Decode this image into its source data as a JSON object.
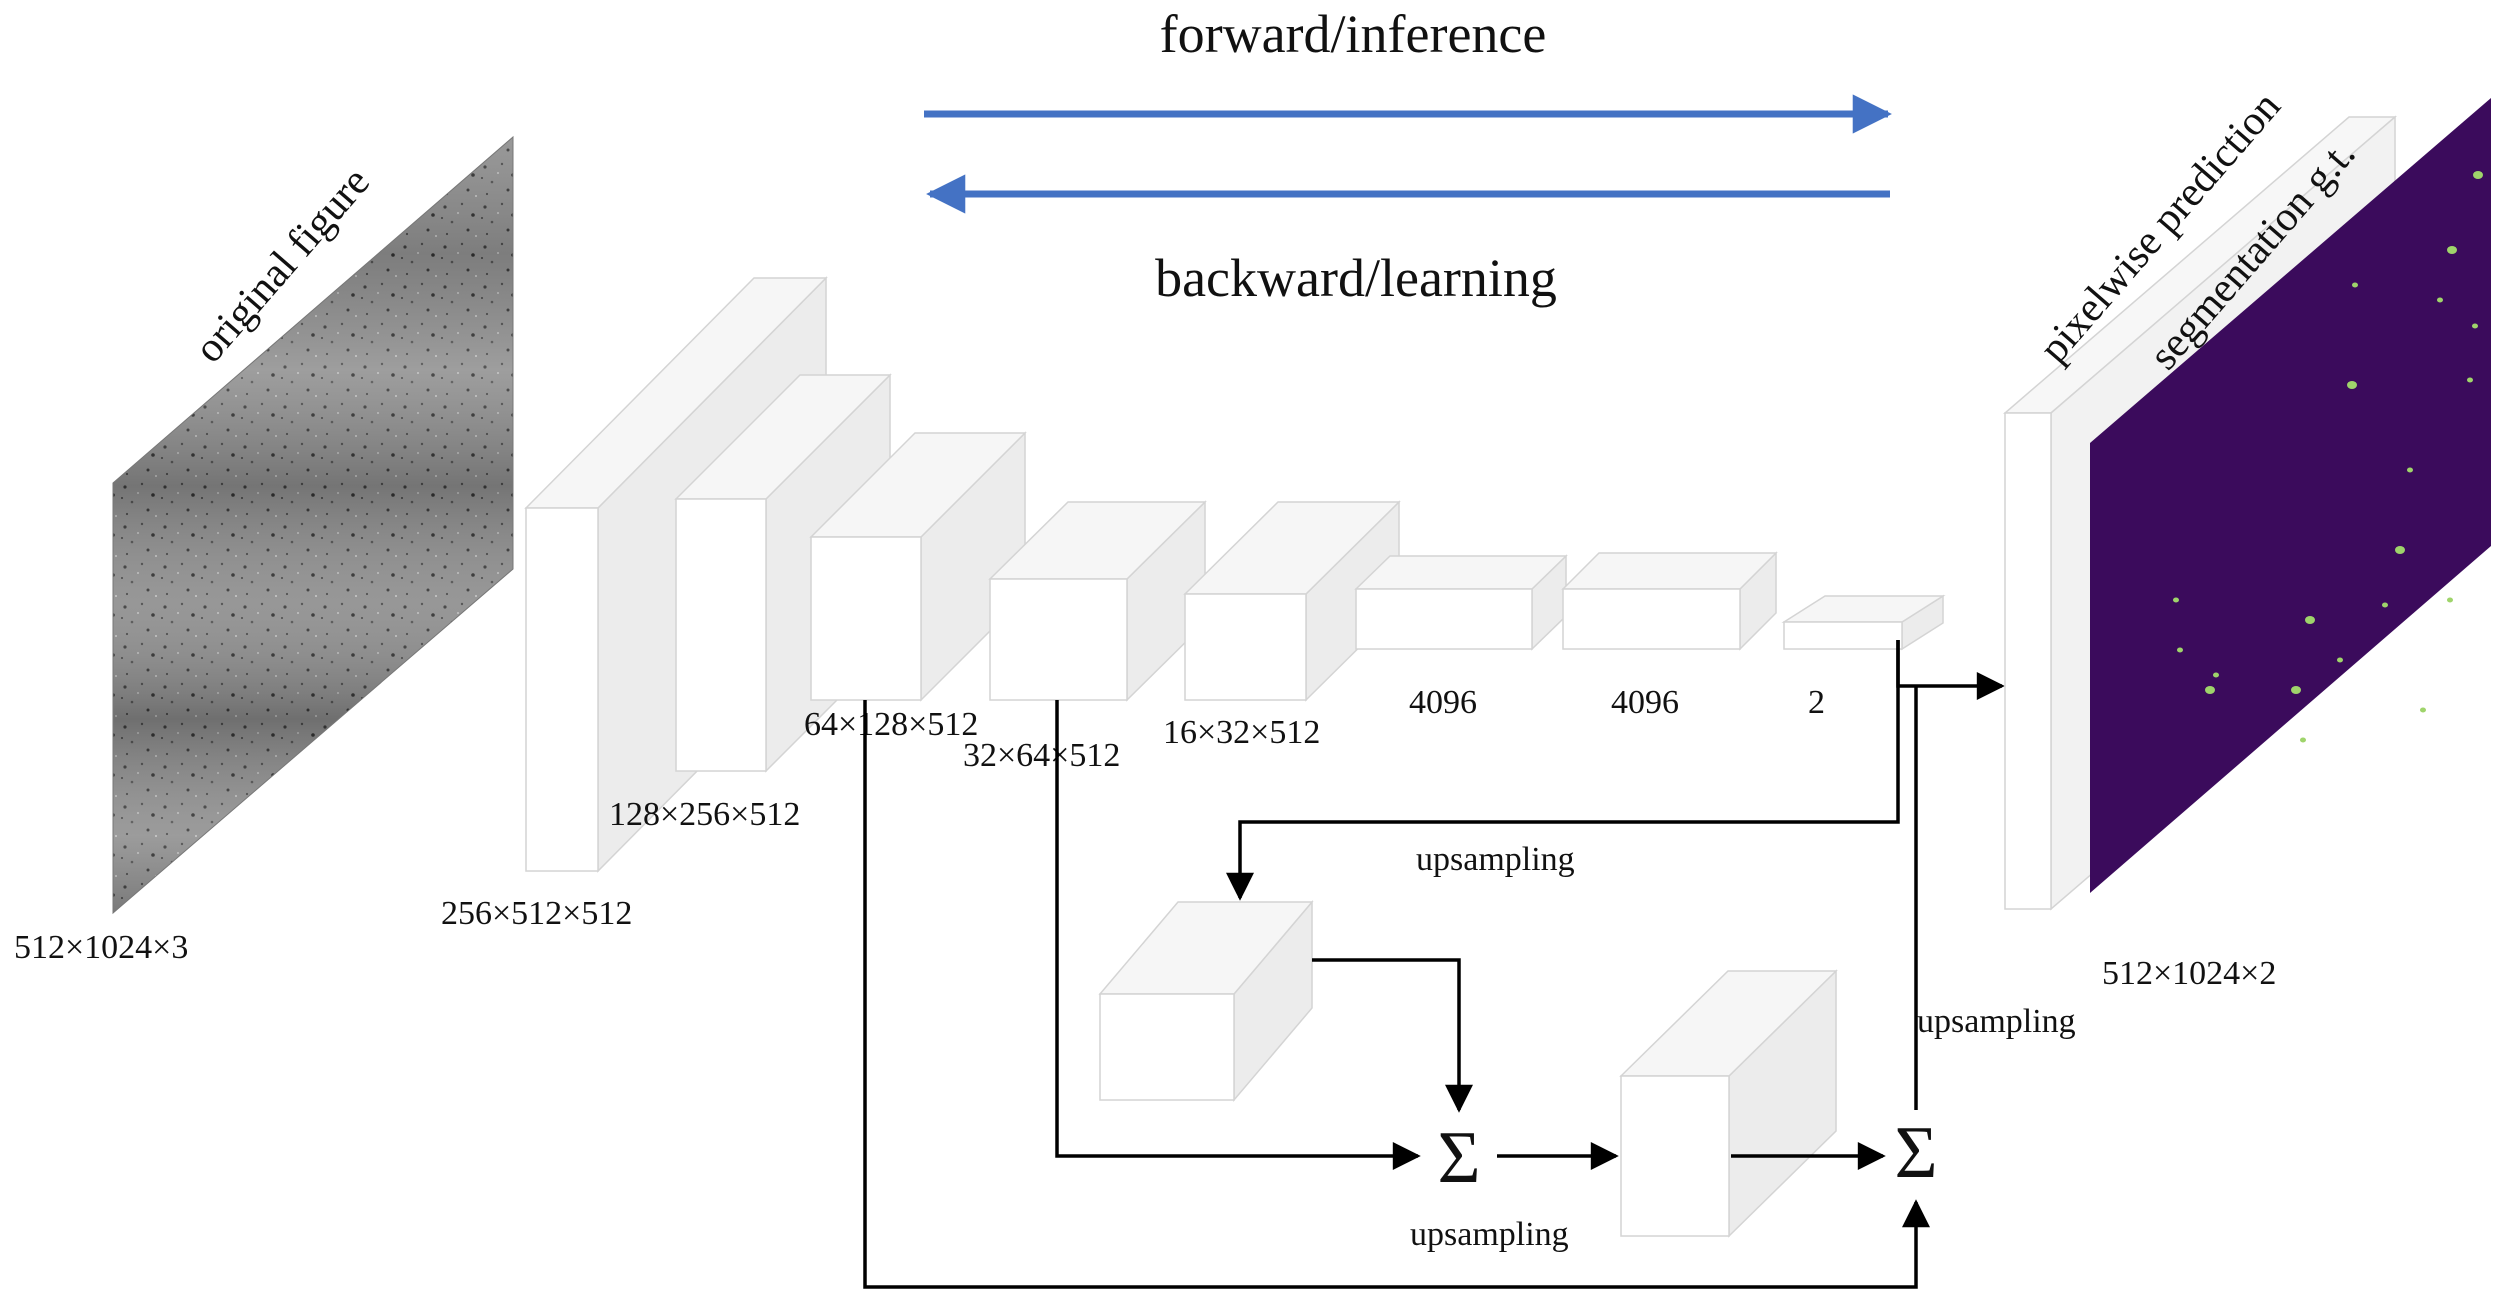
{
  "colors": {
    "forward_arrow": "#4472C4",
    "backward_arrow": "#4472C4",
    "connector": "#000000",
    "block_front": "#ffffff",
    "block_side": "#ececec",
    "block_top": "#f6f6f6",
    "block_edge": "#d4d4d4",
    "segmentation_bg": "#3b0b5c",
    "segmentation_spot": "#9fd46b",
    "photo_base": "#8f8f8f"
  },
  "direction": {
    "forward": "forward/inference",
    "backward": "backward/learning"
  },
  "input": {
    "caption": "original figure",
    "dims": "512×1024×3"
  },
  "encoder": [
    {
      "dims": "256×512×512"
    },
    {
      "dims": "128×256×512"
    },
    {
      "dims": "64×128×512"
    },
    {
      "dims": "32×64×512"
    },
    {
      "dims": "16×32×512"
    }
  ],
  "fully_connected": [
    {
      "dims": "4096"
    },
    {
      "dims": "4096"
    },
    {
      "dims": "2"
    }
  ],
  "decoder": {
    "upsampling_1": "upsampling",
    "upsampling_2": "upsampling",
    "upsampling_3": "upsampling",
    "sum_symbol": "Σ"
  },
  "output": {
    "prediction_caption": "pixelwise prediction",
    "ground_truth_caption": "segmentation g.t.",
    "dims": "512×1024×2"
  }
}
